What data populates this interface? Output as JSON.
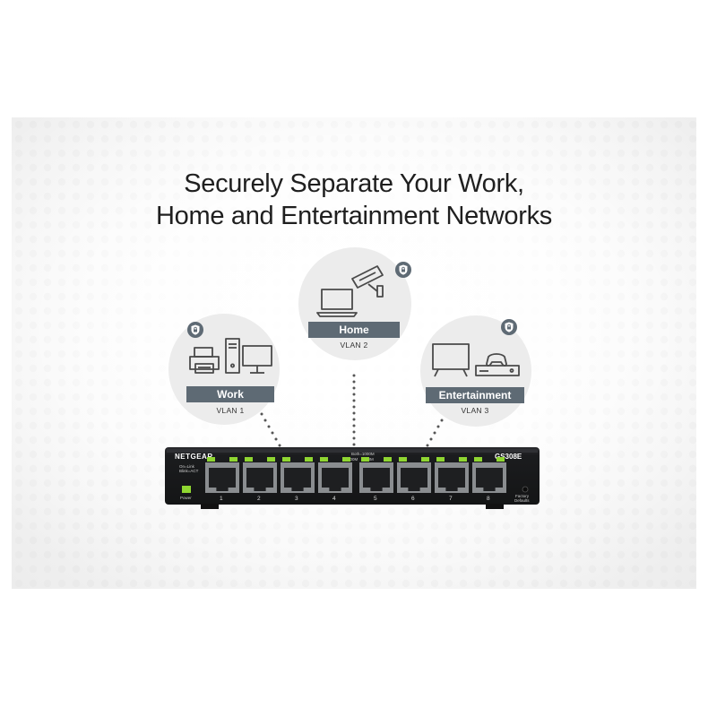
{
  "headline": {
    "line1": "Securely Separate Your Work,",
    "line2": "Home and Entertainment Networks"
  },
  "networks": {
    "work": {
      "label": "Work",
      "vlan": "VLAN 1",
      "icons": [
        "printer-icon",
        "desktop-tower-icon",
        "monitor-icon",
        "shield-lock-icon"
      ]
    },
    "home": {
      "label": "Home",
      "vlan": "VLAN 2",
      "icons": [
        "laptop-icon",
        "security-camera-icon",
        "shield-lock-icon"
      ]
    },
    "entertainment": {
      "label": "Entertainment",
      "vlan": "VLAN 3",
      "icons": [
        "tv-icon",
        "game-console-icon",
        "game-controller-icon",
        "shield-lock-icon"
      ]
    }
  },
  "switch": {
    "brand": "NETGEAR",
    "model": "GS308E",
    "led_legend_left_1": "On=Link",
    "led_legend_left_2": "Blink=ACT",
    "speed_legend_top": "Both=1000M",
    "speed_legend_a": "100M",
    "speed_legend_b": "10M",
    "power_label": "Power",
    "factory_label_1": "Factory",
    "factory_label_2": "Defaults",
    "ports": [
      "1",
      "2",
      "3",
      "4",
      "5",
      "6",
      "7",
      "8"
    ]
  },
  "colors": {
    "label_bar": "#5e6a74",
    "led_green": "#8fd631",
    "switch_body": "#1b1c1e"
  }
}
